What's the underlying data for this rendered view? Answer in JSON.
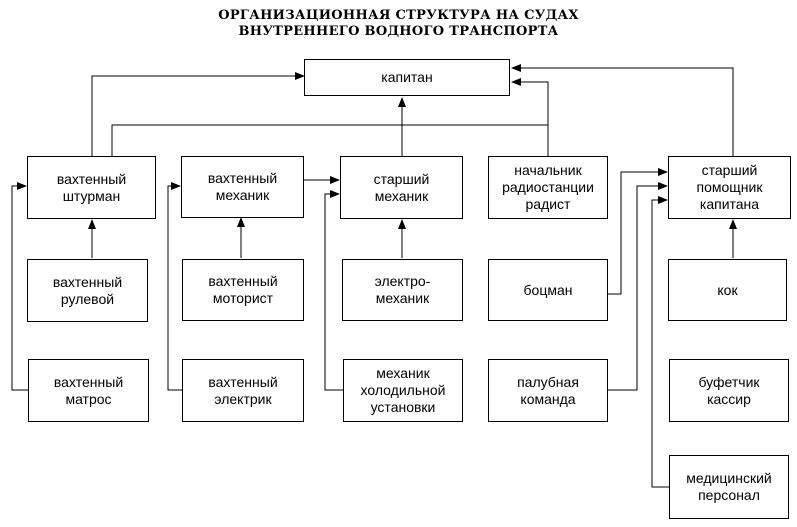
{
  "title": {
    "line1": "ОРГАНИЗАЦИОННАЯ  СТРУКТУРА НА СУДАХ",
    "line2": "ВНУТРЕННЕГО ВОДНОГО ТРАНСПОРТА"
  },
  "nodes": {
    "captain": "капитан",
    "watch_navigator": "вахтенный\nштурман",
    "watch_mechanic": "вахтенный\nмеханик",
    "chief_mechanic": "старший\nмеханик",
    "radio_chief": "начальник\nрадиостанции\nрадист",
    "chief_mate": "старший\nпомощник\nкапитана",
    "watch_helmsman": "вахтенный\nрулевой",
    "watch_motorist": "вахтенный\nмоторист",
    "electro_mechanic": "электро-\nмеханик",
    "boatswain": "боцман",
    "cook": "кок",
    "watch_sailor": "вахтенный\nматрос",
    "watch_electrician": "вахтенный\nэлектрик",
    "refrigeration_mechanic": "механик\nхолодильной\nустановки",
    "deck_crew": "палубная\nкоманда",
    "buffet_cashier": "буфетчик\nкассир",
    "medical_staff": "медицинский\nперсонал"
  },
  "colors": {
    "line": "#000000",
    "box_border": "#000000",
    "background": "#ffffff"
  }
}
